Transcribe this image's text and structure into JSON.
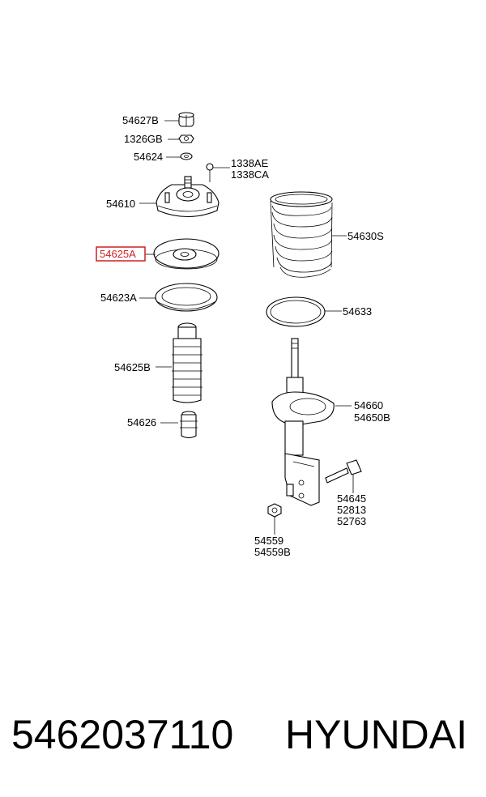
{
  "diagram": {
    "labels": {
      "p54627B": "54627B",
      "p1326GB": "1326GB",
      "p54624": "54624",
      "p1338AE": "1338AE",
      "p1338CA": "1338CA",
      "p54610": "54610",
      "p54630S": "54630S",
      "p54625A": "54625A",
      "p54623A": "54623A",
      "p54633": "54633",
      "p54625B": "54625B",
      "p54660": "54660",
      "p54650B": "54650B",
      "p54626": "54626",
      "p54645": "54645",
      "p52813": "52813",
      "p52763": "52763",
      "p54559": "54559",
      "p54559B": "54559B"
    },
    "highlighted": "54625A",
    "highlight_color": "#cc2222"
  },
  "footer": {
    "part_number": "5462037110",
    "brand": "HYUNDAI"
  }
}
